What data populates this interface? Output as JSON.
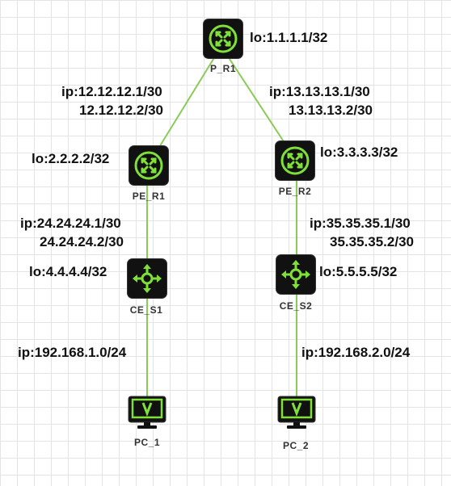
{
  "devices": {
    "p_r1": {
      "label": "P_R1",
      "type": "router"
    },
    "pe_r1": {
      "label": "PE_R1",
      "type": "router"
    },
    "pe_r2": {
      "label": "PE_R2",
      "type": "router"
    },
    "ce_s1": {
      "label": "CE_S1",
      "type": "switch"
    },
    "ce_s2": {
      "label": "CE_S2",
      "type": "switch"
    },
    "pc_1": {
      "label": "PC_1",
      "type": "pc"
    },
    "pc_2": {
      "label": "PC_2",
      "type": "pc"
    }
  },
  "annotations": {
    "p_r1_lo": "lo:1.1.1.1/32",
    "link_pr1_per1_a": "ip:12.12.12.1/30",
    "link_pr1_per1_b": "12.12.12.2/30",
    "link_pr1_per2_a": "ip:13.13.13.1/30",
    "link_pr1_per2_b": "13.13.13.2/30",
    "pe_r1_lo": "lo:2.2.2.2/32",
    "pe_r2_lo": "lo:3.3.3.3/32",
    "link_per1_ces1_a": "ip:24.24.24.1/30",
    "link_per1_ces1_b": "24.24.24.2/30",
    "link_per2_ces2_a": "ip:35.35.35.1/30",
    "link_per2_ces2_b": "35.35.35.2/30",
    "ce_s1_lo": "lo:4.4.4.4/32",
    "ce_s2_lo": "lo:5.5.5.5/32",
    "lan1": "ip:192.168.1.0/24",
    "lan2": "ip:192.168.2.0/24"
  },
  "colors": {
    "link": "#88cc55",
    "icon": "#7fe03a",
    "device_bg": "#111111"
  },
  "icons": {
    "router": "router-icon",
    "switch": "switch-icon",
    "pc": "pc-monitor-icon"
  }
}
